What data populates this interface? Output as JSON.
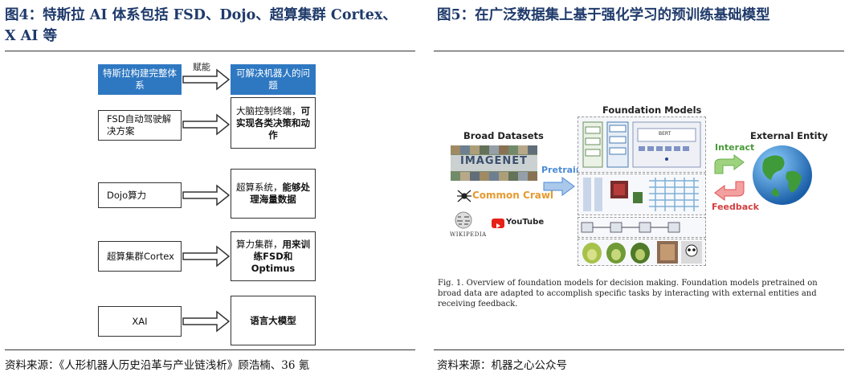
{
  "left": {
    "title_line1": "图4：特斯拉 AI 体系包括 FSD、Dojo、超算集群 Cortex、",
    "title_line2": "X AI 等",
    "source": "资料来源：《人形机器人历史沿革与产业链浅析》顾浩楠、36 氪",
    "flow": {
      "top_left": "特斯拉构建完整体系",
      "top_right": "可解决机器人的问题",
      "enable_label": "赋能",
      "rows": [
        {
          "left": "FSD自动驾驶解决方案",
          "right_normal": "大脑控制终端，",
          "right_bold": "可实现各类决策和动作"
        },
        {
          "left": "Dojo算力",
          "right_normal": "超算系统，",
          "right_bold": "能够处理海量数据"
        },
        {
          "left": "超算集群Cortex",
          "right_normal": "算力集群，",
          "right_bold": "用来训练FSD和Optimus"
        },
        {
          "left": "XAI",
          "right_normal": "",
          "right_bold": "语言大模型"
        }
      ]
    }
  },
  "right": {
    "title": "图5：在广泛数据集上基于强化学习的预训练基础模型",
    "source": "资料来源：机器之心公众号",
    "figure": {
      "broad_datasets": "Broad Datasets",
      "foundation_models": "Foundation Models",
      "external_entity": "External Entity",
      "pretrain": "Pretrain",
      "interact": "Interact",
      "feedback": "Feedback",
      "imagenet": "IMAGENET",
      "common_crawl": "Common Crawl",
      "wikipedia": "WIKIPEDIA",
      "youtube": "YouTube",
      "bert": "BERT"
    },
    "caption": "Fig. 1.  Overview of foundation models for decision making. Foundation models pretrained on broad data are adapted to accomplish specific tasks by interacting with external entities and receiving feedback."
  },
  "colors": {
    "title": "#1f3a6b",
    "blue_box": "#2e78c2",
    "arrow_green": "#6ab04c",
    "arrow_red": "#e05050",
    "pretrain_blue": "#4a8bd4"
  }
}
